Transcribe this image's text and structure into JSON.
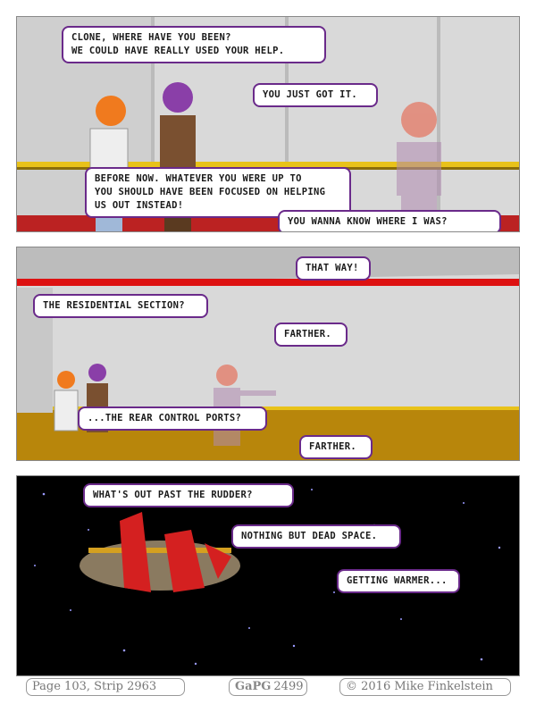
{
  "panel1": {
    "bubbles": [
      "Clone, where have you been?\nWe could have really used your help.",
      "You just got it.",
      "Before now. Whatever you were up to\nyou should have been focused on helping\nus out instead!",
      "You wanna know where I was?"
    ]
  },
  "panel2": {
    "bubbles": [
      "That way!",
      "The residential section?",
      "Farther.",
      "...the rear control ports?",
      "Farther."
    ]
  },
  "panel3": {
    "bubbles": [
      "What's out past the rudder?",
      "Nothing but dead space.",
      "Getting warmer..."
    ]
  },
  "footer": {
    "page_strip": "Page 103, Strip 2963",
    "logo": "GaPG",
    "strip_number": "2499",
    "copyright": "© 2016 Mike Finkelstein"
  },
  "colors": {
    "bubble_border": "#6a2a8a",
    "wall": "#d8d8d8",
    "stripe_red": "#d11",
    "floor": "#b8860b",
    "space": "#000000"
  }
}
